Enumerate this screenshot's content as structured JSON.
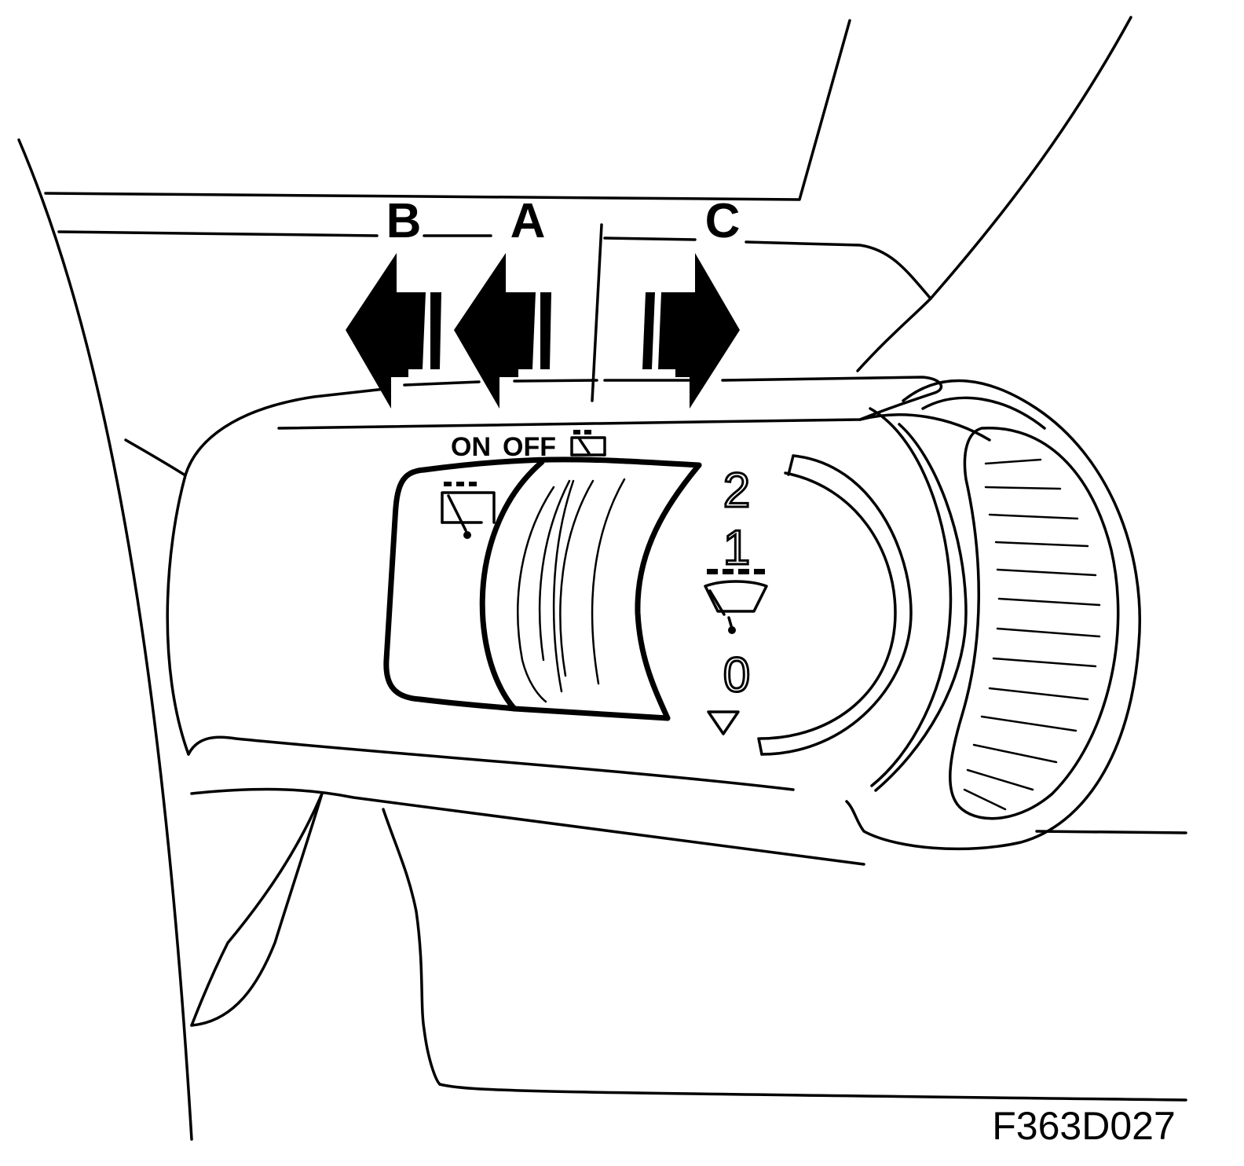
{
  "labels": {
    "b": "B",
    "a": "A",
    "c": "C"
  },
  "switch_states": {
    "on": "ON",
    "off": "OFF"
  },
  "positions": [
    "2",
    "1",
    "0"
  ],
  "figure_id": "F363D027",
  "icons": [
    "rear-wiper-icon",
    "front-wiper-icon",
    "intermittent-wiper-icon",
    "down-triangle-icon",
    "arrow-left-icon",
    "arrow-right-icon"
  ],
  "colors": {
    "ink": "#000000",
    "paper": "#ffffff"
  }
}
